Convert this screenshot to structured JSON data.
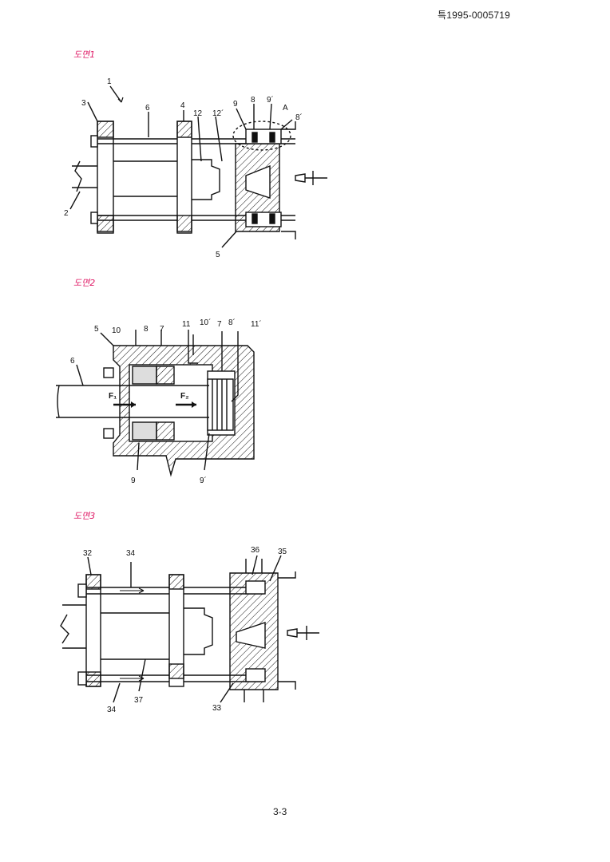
{
  "header": {
    "doc_number": "특1995-0005719"
  },
  "figures": [
    {
      "caption": "도면1",
      "labels": [
        "1",
        "3",
        "6",
        "4",
        "12",
        "12´",
        "9",
        "8",
        "9´",
        "A",
        "8´",
        "2",
        "5"
      ]
    },
    {
      "caption": "도면2",
      "labels": [
        "5",
        "10",
        "8",
        "7",
        "11",
        "10´",
        "7",
        "8´",
        "11´",
        "6",
        "F₁",
        "F₂",
        "9",
        "9´"
      ]
    },
    {
      "caption": "도면3",
      "labels": [
        "32",
        "34",
        "36",
        "35",
        "37",
        "34",
        "33"
      ]
    }
  ],
  "footer": {
    "page": "3-3"
  },
  "colors": {
    "caption": "#e0206a",
    "ink": "#111111"
  }
}
